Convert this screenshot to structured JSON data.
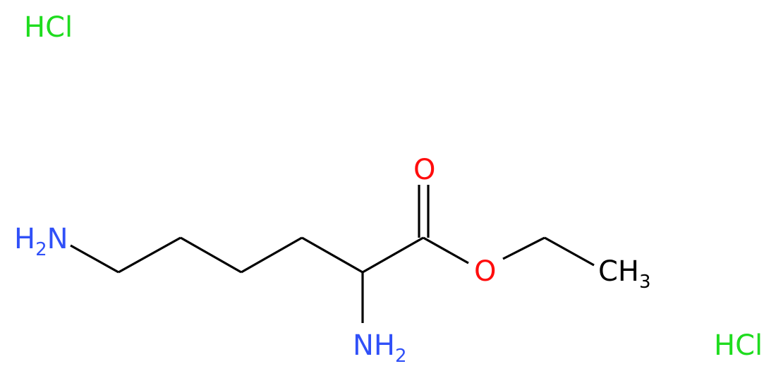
{
  "colors": {
    "bond": "#000000",
    "nitrogen": "#3050f8",
    "oxygen": "#ff0d0d",
    "chlorine": "#1fdc1f",
    "carbon_label": "#000000"
  },
  "labels": {
    "hcl_top_left": "HCl",
    "hcl_bottom_right": "HCl",
    "amine_terminal": {
      "main": "H",
      "sub": "2",
      "tail": "N"
    },
    "amine_alpha": {
      "main": "NH",
      "sub": "2"
    },
    "carbonyl_oxygen": "O",
    "ester_oxygen": "O",
    "methyl": {
      "main": "CH",
      "sub": "3"
    }
  }
}
